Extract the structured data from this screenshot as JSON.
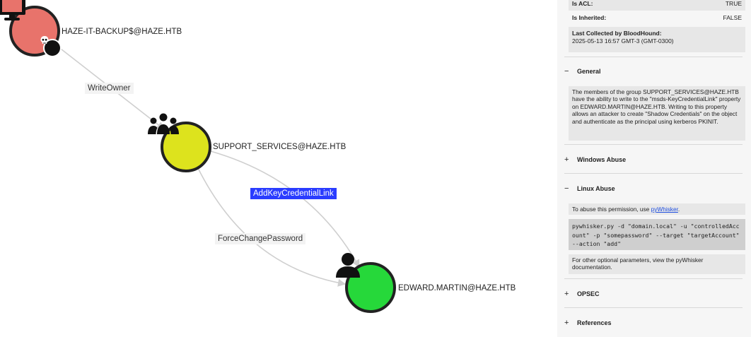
{
  "graph": {
    "nodes": {
      "backup": {
        "label": "HAZE-IT-BACKUP$@HAZE.HTB",
        "type_icon": "computer-icon",
        "badge_icon": "skull-icon",
        "color": "#e8736b"
      },
      "support": {
        "label": "SUPPORT_SERVICES@HAZE.HTB",
        "type_icon": "group-icon",
        "color": "#dde31d"
      },
      "edward": {
        "label": "EDWARD.MARTIN@HAZE.HTB",
        "type_icon": "user-icon",
        "color": "#26d83a"
      }
    },
    "edges": {
      "write_owner": "WriteOwner",
      "add_key_credential_link": "AddKeyCredentialLink",
      "force_change_password": "ForceChangePassword"
    },
    "selected_edge": "add_key_credential_link",
    "selected_color": "#2a3cff"
  },
  "panel": {
    "props": {
      "is_acl": {
        "key": "Is ACL:",
        "value": "TRUE"
      },
      "is_inherited": {
        "key": "Is Inherited:",
        "value": "FALSE"
      },
      "last_collected": {
        "key": "Last Collected by BloodHound:",
        "value": "2025-05-13 16:57 GMT-3 (GMT-0300)"
      }
    },
    "sections": {
      "general": {
        "toggle": "−",
        "title": "General",
        "text": "The members of the group SUPPORT_SERVICES@HAZE.HTB have the ability to write to the \"msds-KeyCredentialLink\" property on EDWARD.MARTIN@HAZE.HTB. Writing to this property allows an attacker to create \"Shadow Credentials\" on the object and authenticate as the principal using kerberos PKINIT."
      },
      "windows_abuse": {
        "toggle": "+",
        "title": "Windows Abuse"
      },
      "linux_abuse": {
        "toggle": "−",
        "title": "Linux Abuse",
        "intro_prefix": "To abuse this permission, use ",
        "intro_link": "pyWhisker",
        "intro_suffix": ".",
        "code": "pywhisker.py -d \"domain.local\" -u \"controlledAccount\" -p \"somepassword\" --target \"targetAccount\" --action \"add\"",
        "outro": "For other optional parameters, view the pyWhisker documentation."
      },
      "opsec": {
        "toggle": "+",
        "title": "OPSEC"
      },
      "references": {
        "toggle": "+",
        "title": "References"
      }
    }
  }
}
